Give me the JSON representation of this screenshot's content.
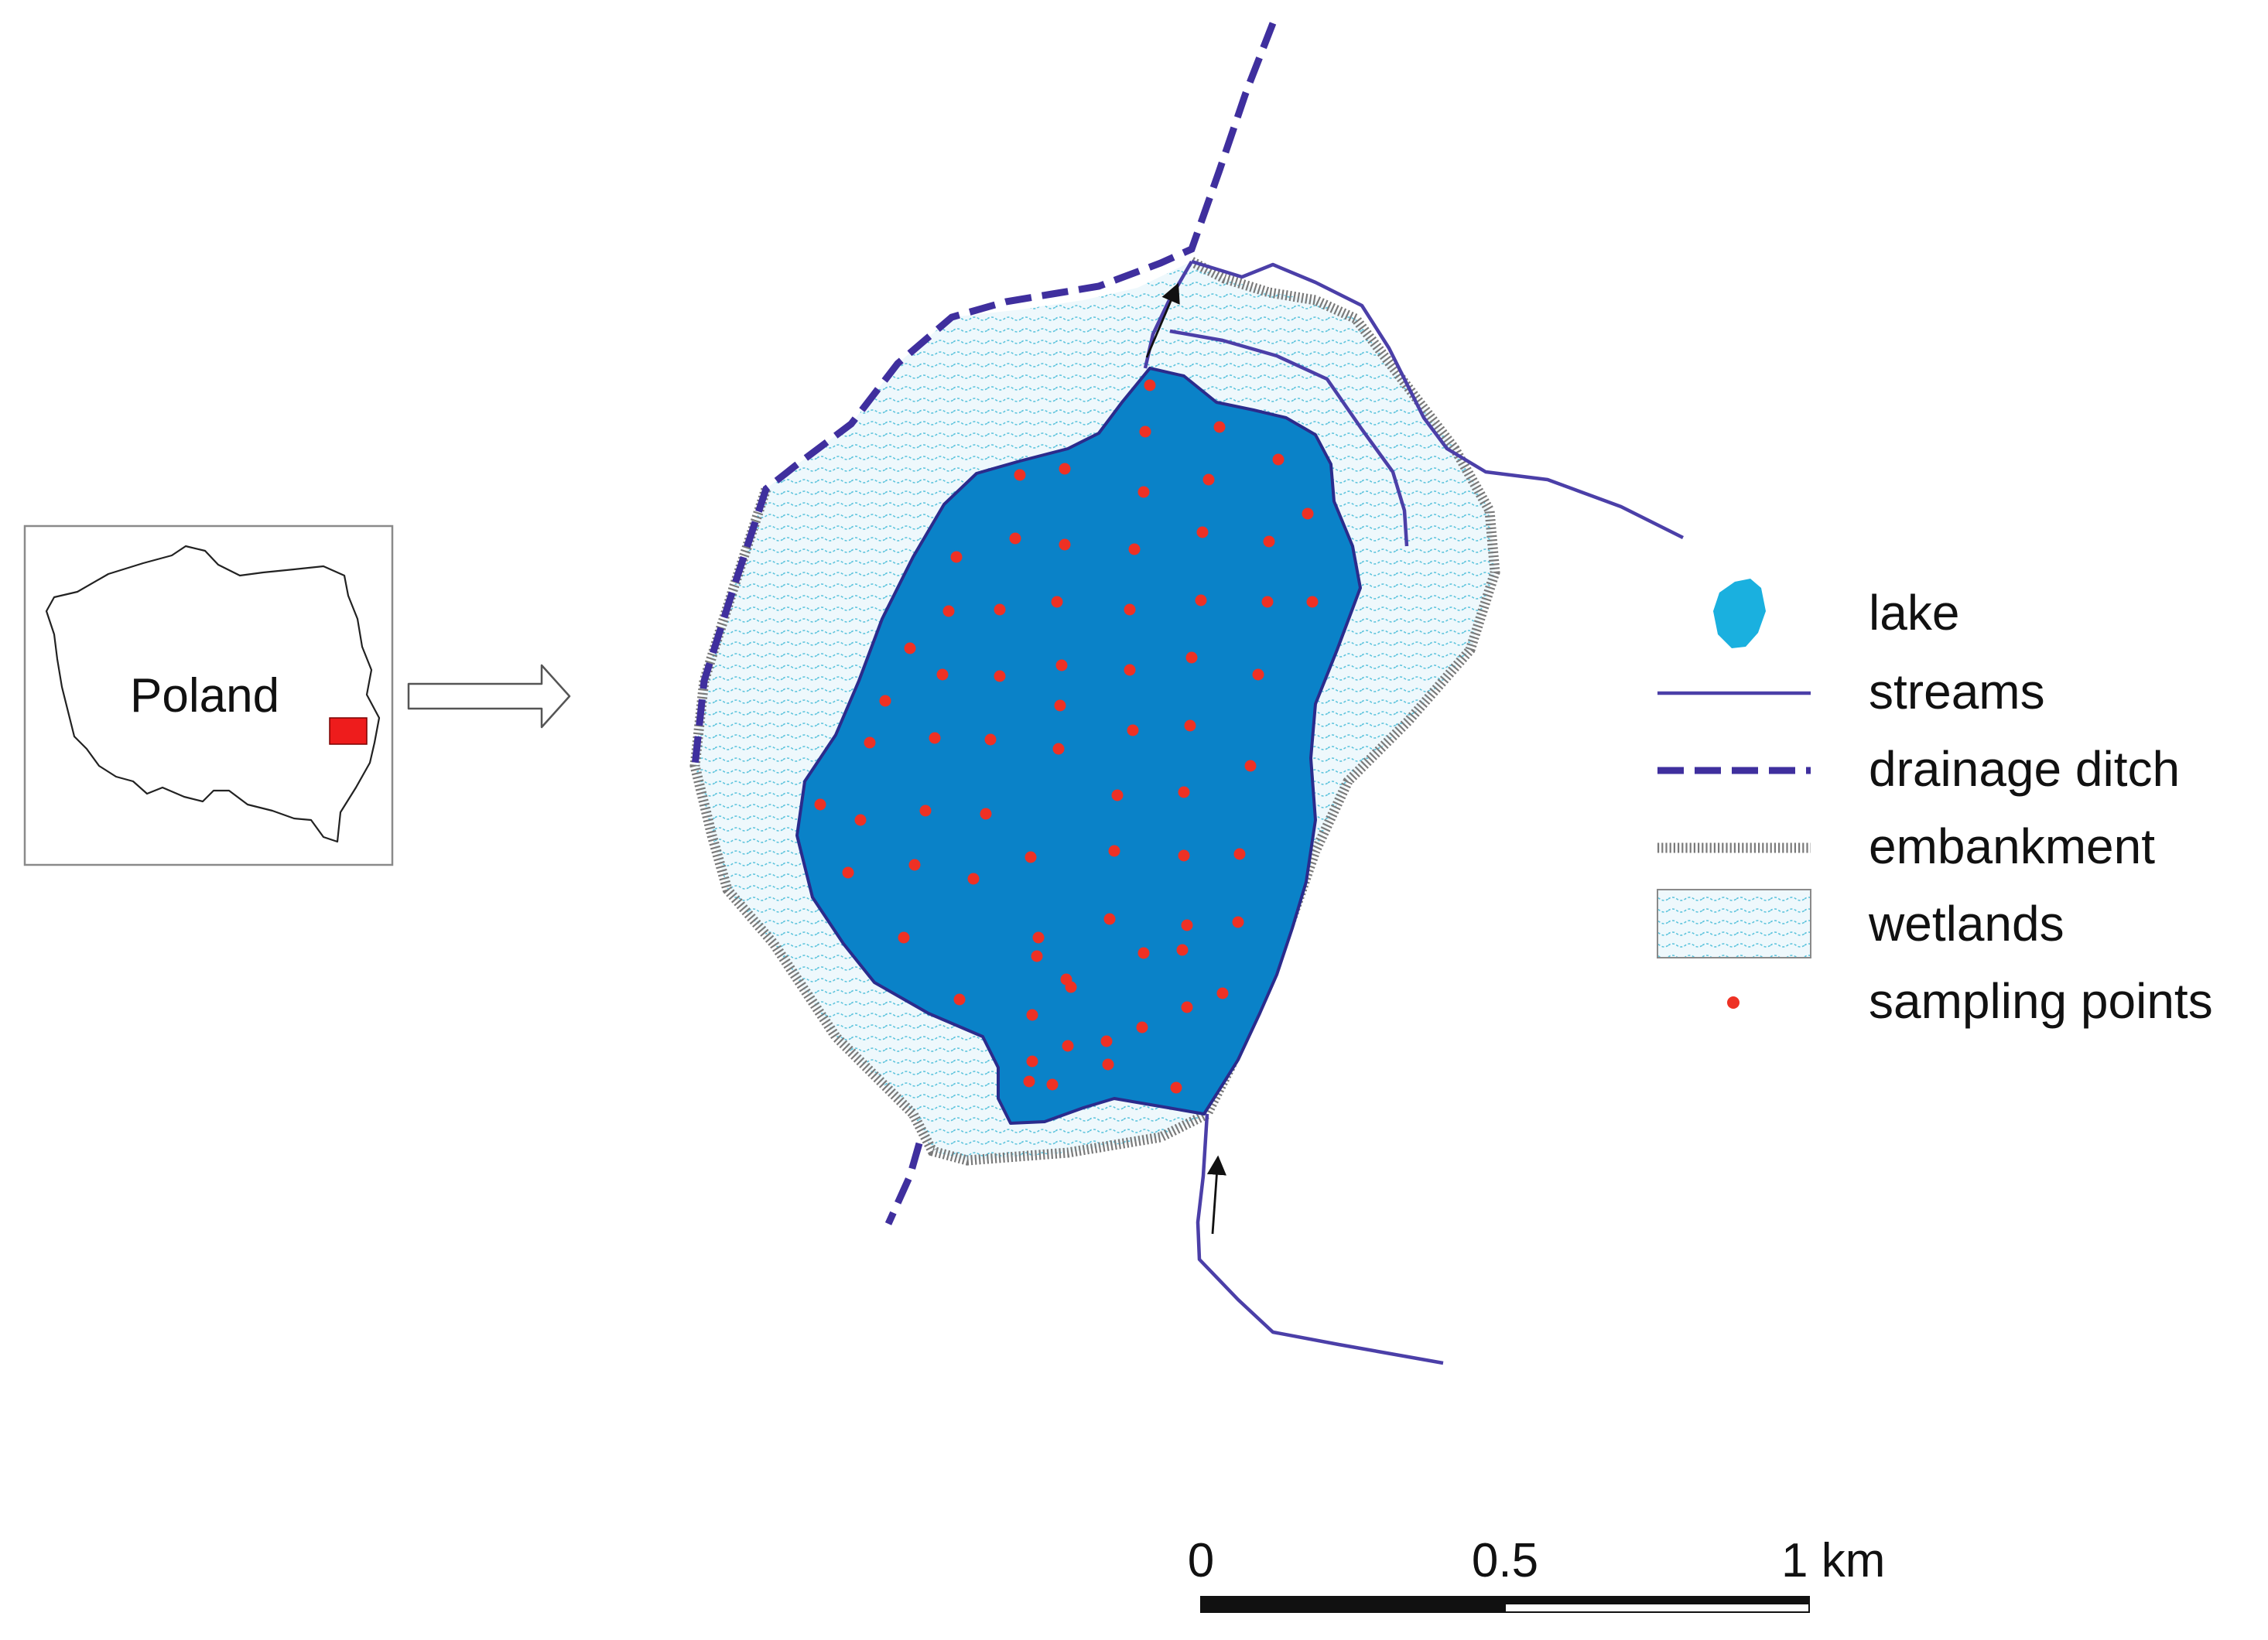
{
  "inset": {
    "country_name": "Poland"
  },
  "legend": {
    "items": [
      {
        "key": "lake",
        "label": "lake"
      },
      {
        "key": "streams",
        "label": "streams"
      },
      {
        "key": "drainage_ditch",
        "label": "drainage ditch"
      },
      {
        "key": "embankment",
        "label": "embankment"
      },
      {
        "key": "wetlands",
        "label": "wetlands"
      },
      {
        "key": "sampling_points",
        "label": "sampling points"
      }
    ]
  },
  "scale_bar": {
    "ticks": [
      "0",
      "0.5",
      "1 km"
    ]
  },
  "colors": {
    "lake": "#0a82c8",
    "lake_outline": "#2b2b8c",
    "lake_symbol": "#1ab0df",
    "stream": "#4b3fa8",
    "ditch": "#3f2f9e",
    "wetland_line": "#5ac3dc",
    "wetland_fill": "#eef8fc",
    "sampling_point": "#ee3124",
    "study_area_marker": "#ee1c1c",
    "embankment": "#8a8a8a"
  }
}
